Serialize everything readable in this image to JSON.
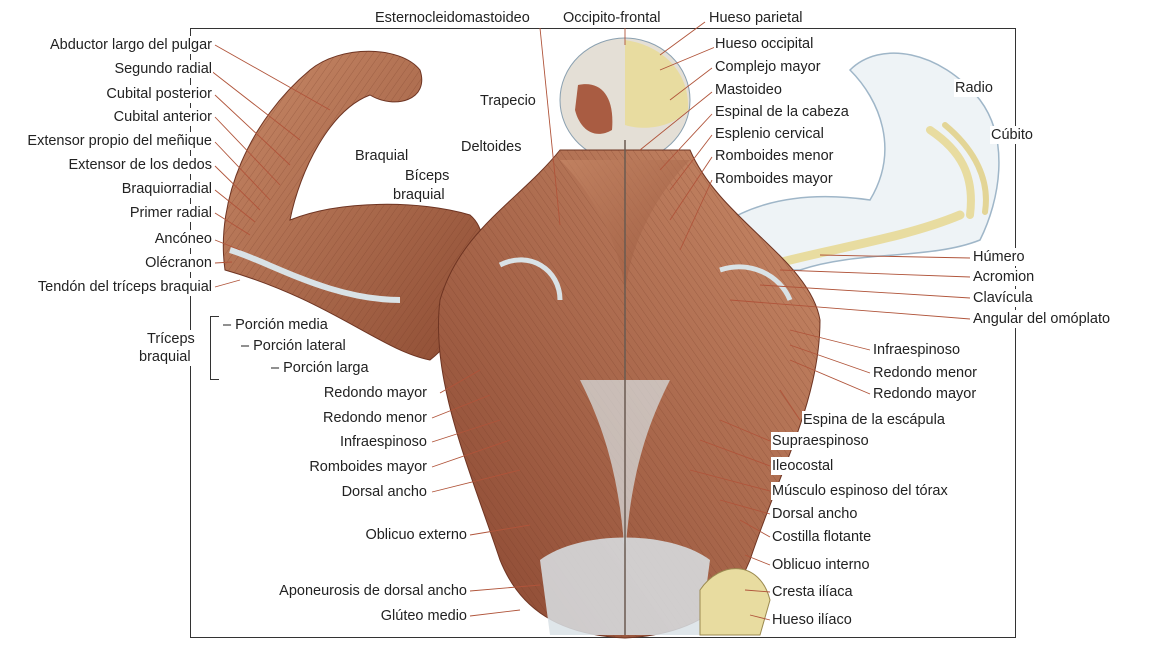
{
  "top_labels": [
    "Esternocleidomastoideo",
    "Occipito-frontal",
    "Hueso parietal"
  ],
  "left_labels": [
    "Abductor largo del pulgar",
    "Segundo radial",
    "Cubital posterior",
    "Cubital anterior",
    "Extensor propio del meñique",
    "Extensor de los dedos",
    "Braquiorradial",
    "Primer radial",
    "Ancóneo",
    "Olécranon",
    "Tendón del tríceps braquial"
  ],
  "triceps": {
    "group_line1": "Tríceps",
    "group_line2": "braquial",
    "parts": [
      "– Porción media",
      "– Porción lateral",
      "– Porción larga"
    ]
  },
  "left_lower_labels": [
    "Redondo mayor",
    "Redondo menor",
    "Infraespinoso",
    "Romboides mayor",
    "Dorsal ancho",
    "Oblicuo externo",
    "Aponeurosis de dorsal ancho",
    "Glúteo medio"
  ],
  "inner_labels": [
    "Braquial",
    "Bíceps",
    "braquial",
    "Deltoides",
    "Trapecio"
  ],
  "right_head_labels": [
    "Hueso occipital",
    "Complejo mayor",
    "Mastoideo",
    "Espinal de la cabeza",
    "Esplenio cervical",
    "Romboides menor",
    "Romboides mayor"
  ],
  "right_arm_labels": [
    "Radio",
    "Cúbito",
    "Húmero",
    "Acromion",
    "Clavícula",
    "Angular del omóplato"
  ],
  "right_lower_labels": [
    "Infraespinoso",
    "Redondo menor",
    "Redondo mayor",
    "Espina de la escápula",
    "Supraespinoso",
    "Ileocostal",
    "Músculo espinoso del tórax",
    "Dorsal ancho",
    "Costilla flotante",
    "Oblicuo interno",
    "Cresta ilíaca",
    "Hueso ilíaco"
  ],
  "colors": {
    "muscle": "#b9785a",
    "muscle_dark": "#7a3f2a",
    "tendon": "#d9e2e6",
    "bone": "#e8dca0",
    "skin_outline": "#9fb6c8",
    "leader": "#b0543a"
  }
}
